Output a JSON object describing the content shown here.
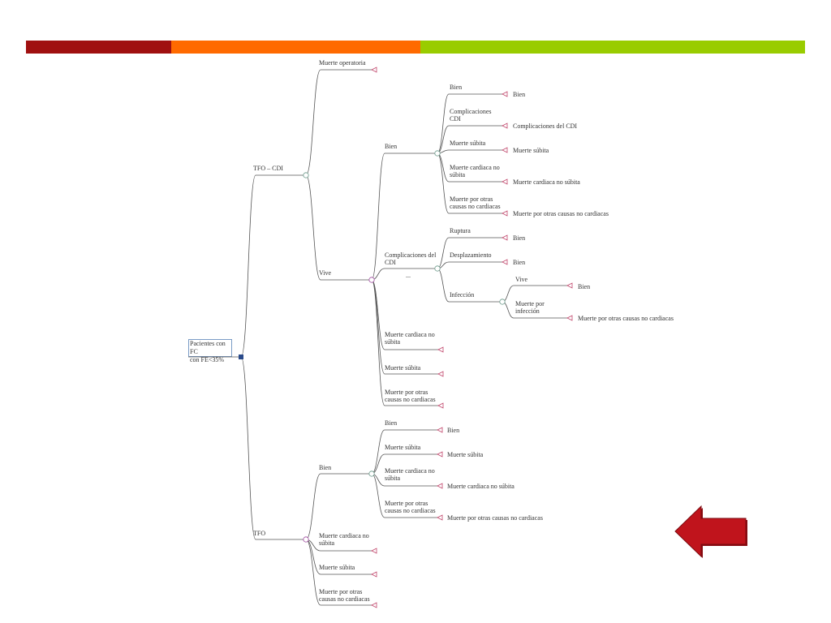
{
  "header": {
    "bars": [
      {
        "name": "red",
        "color": "#a01010"
      },
      {
        "name": "orange",
        "color": "#ff6a00"
      },
      {
        "name": "green",
        "color": "#99cc00"
      }
    ]
  },
  "tree": {
    "root": "Pacientes con FC con FE<35%",
    "root_line1": "Pacientes con FC",
    "root_line2": "con FE<35%",
    "tfo_cdi": "TFO – CDI",
    "muerte_operatoria": "Muerte operatoria",
    "vive": "Vive",
    "bien": "Bien",
    "bien_b1": "Bien",
    "bien_b1_t": "Bien",
    "comp_cdi_1": "Complicaciones",
    "comp_cdi_2": "CDI",
    "comp_cdi_t": "Complicaciones del CDI",
    "muerte_subita_b1": "Muerte súbita",
    "muerte_subita_b1_t": "Muerte súbita",
    "mcns_b1_1": "Muerte cardiaca no",
    "mcns_b1_2": "súbita",
    "mcns_b1_t": "Muerte cardiaca no súbita",
    "mpoc_b1_1": "Muerte por otras",
    "mpoc_b1_2": "causas no cardiacas",
    "mpoc_b1_t": "Muerte por otras causas no cardiacas",
    "comp_del_cdi_1": "Complicaciones del",
    "comp_del_cdi_2": "CDI",
    "ellipsis": "...",
    "ruptura": "Ruptura",
    "ruptura_t": "Bien",
    "desplazamiento": "Desplazamiento",
    "desplazamiento_t": "Bien",
    "infeccion": "Infección",
    "inf_vive": "Vive",
    "inf_vive_t": "Bien",
    "inf_muerte_1": "Muerte por",
    "inf_muerte_2": "infección",
    "inf_muerte_t": "Muerte por otras causas no cardiacas",
    "vive_mcns_1": "Muerte cardiaca no",
    "vive_mcns_2": "súbita",
    "vive_ms": "Muerte súbita",
    "vive_mpoc_1": "Muerte por otras",
    "vive_mpoc_2": "causas no cardiacas",
    "tfo": "TFO",
    "tfo_bien": "Bien",
    "tfo_b_bien": "Bien",
    "tfo_b_bien_t": "Bien",
    "tfo_b_ms": "Muerte súbita",
    "tfo_b_ms_t": "Muerte súbita",
    "tfo_b_mcns_1": "Muerte cardiaca no",
    "tfo_b_mcns_2": "súbita",
    "tfo_b_mcns_t": "Muerte cardiaca no súbita",
    "tfo_b_mpoc_1": "Muerte por otras",
    "tfo_b_mpoc_2": "causas no cardiacas",
    "tfo_b_mpoc_t": "Muerte por otras causas no cardiacas",
    "tfo_mcns_1": "Muerte cardiaca no",
    "tfo_mcns_2": "súbita",
    "tfo_ms": "Muerte súbita",
    "tfo_mpoc_1": "Muerte por otras",
    "tfo_mpoc_2": "causas no cardiacas"
  },
  "arrow": {
    "icon": "left-arrow-icon",
    "color": "#c0141c"
  }
}
